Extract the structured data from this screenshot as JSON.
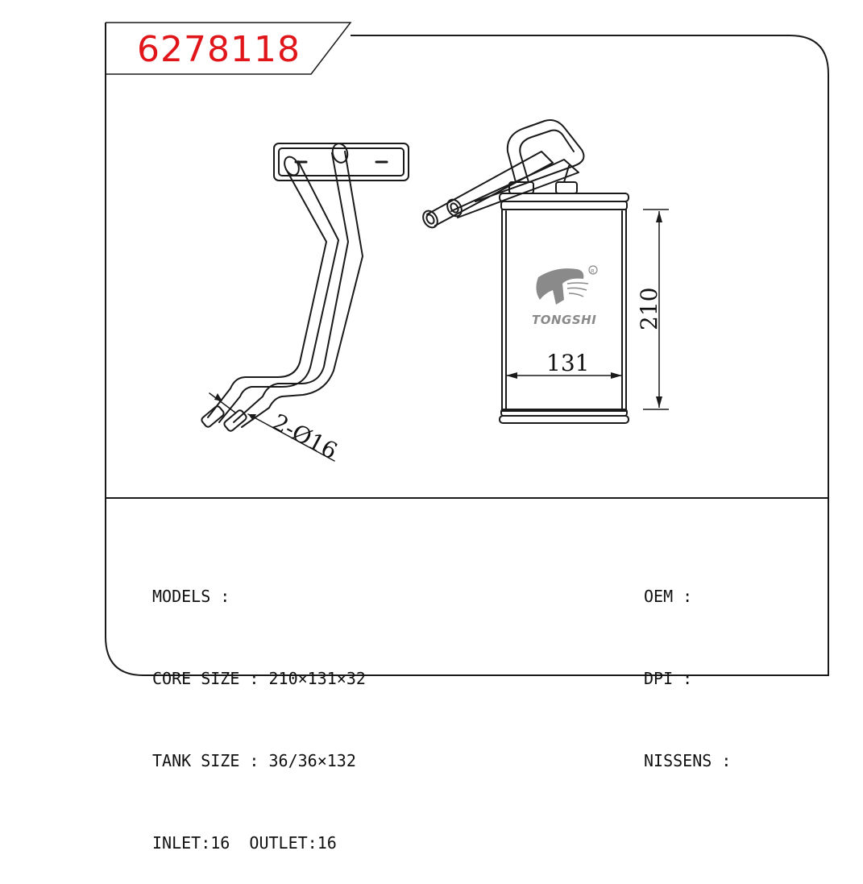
{
  "part_number": "6278118",
  "brand": "TONGSHI",
  "dimensions": {
    "height_label": "210",
    "width_label": "131",
    "pipe_label": "2-Ø16"
  },
  "specs_left": [
    {
      "key": "MODELS",
      "text": "MODELS :"
    },
    {
      "key": "CORE SIZE",
      "text": "CORE SIZE : 210×131×32"
    },
    {
      "key": "TANK SIZE",
      "text": "TANK SIZE : 36/36×132"
    },
    {
      "key": "INLET/OUTLET",
      "text": "INLET:16  OUTLET:16"
    }
  ],
  "specs_right": [
    {
      "key": "OEM",
      "text": "OEM :"
    },
    {
      "key": "DPI",
      "text": "DPI :"
    },
    {
      "key": "NISSENS",
      "text": "NISSENS :"
    }
  ],
  "colors": {
    "part_number": "#e0161b",
    "line": "#1a1a1a",
    "logo": "#8a8a8a"
  }
}
